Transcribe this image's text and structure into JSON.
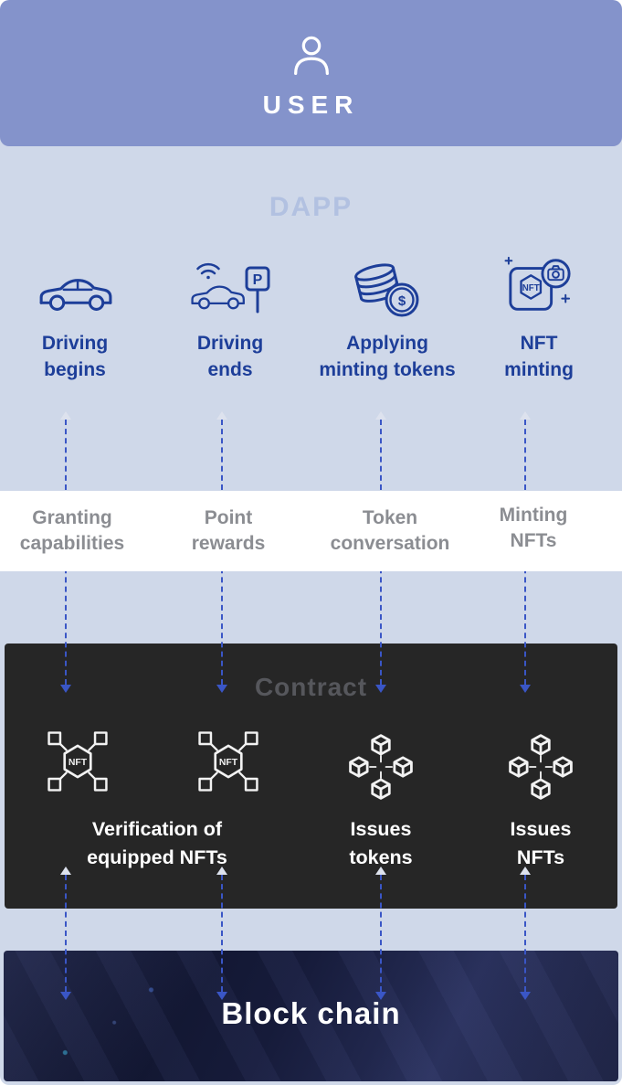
{
  "colors": {
    "banner_bg": "#8493cb",
    "page_bg": "#cfd8e9",
    "accent_blue": "#1d3e99",
    "arrow_blue": "#3a56c6",
    "band_bg": "#ffffff",
    "band_text": "#8b8d92",
    "dapp_title_color": "#b2c1e1",
    "contract_bg": "#262626",
    "contract_title_color": "#56575c",
    "contract_text": "#ffffff",
    "blockchain_bg": "#131735"
  },
  "user": {
    "title": "USER"
  },
  "dapp": {
    "title": "DAPP",
    "items": [
      {
        "icon": "car-icon",
        "label": "Driving\nbegins"
      },
      {
        "icon": "car-parking-icon",
        "label": "Driving\nends"
      },
      {
        "icon": "coins-dollar-icon",
        "label": "Applying\nminting tokens"
      },
      {
        "icon": "nft-camera-icon",
        "label": "NFT\nminting"
      }
    ]
  },
  "band": {
    "items": [
      {
        "label": "Granting\ncapabilities"
      },
      {
        "label": "Point\nrewards"
      },
      {
        "label": "Token\nconversation"
      },
      {
        "label": "Minting\nNFTs"
      }
    ]
  },
  "contract": {
    "title": "Contract",
    "icons": [
      {
        "icon": "nft-frame-icon"
      },
      {
        "icon": "nft-frame-icon"
      },
      {
        "icon": "blockchain-cubes-icon"
      },
      {
        "icon": "blockchain-cubes-icon"
      }
    ],
    "labels": [
      {
        "label": "Verification of\nequipped NFTs"
      },
      {
        "label": "Issues\ntokens"
      },
      {
        "label": "Issues\nNFTs"
      }
    ]
  },
  "blockchain": {
    "title": "Block chain"
  },
  "icon_text": {
    "nft": "NFT",
    "parking": "P",
    "dollar": "$"
  }
}
